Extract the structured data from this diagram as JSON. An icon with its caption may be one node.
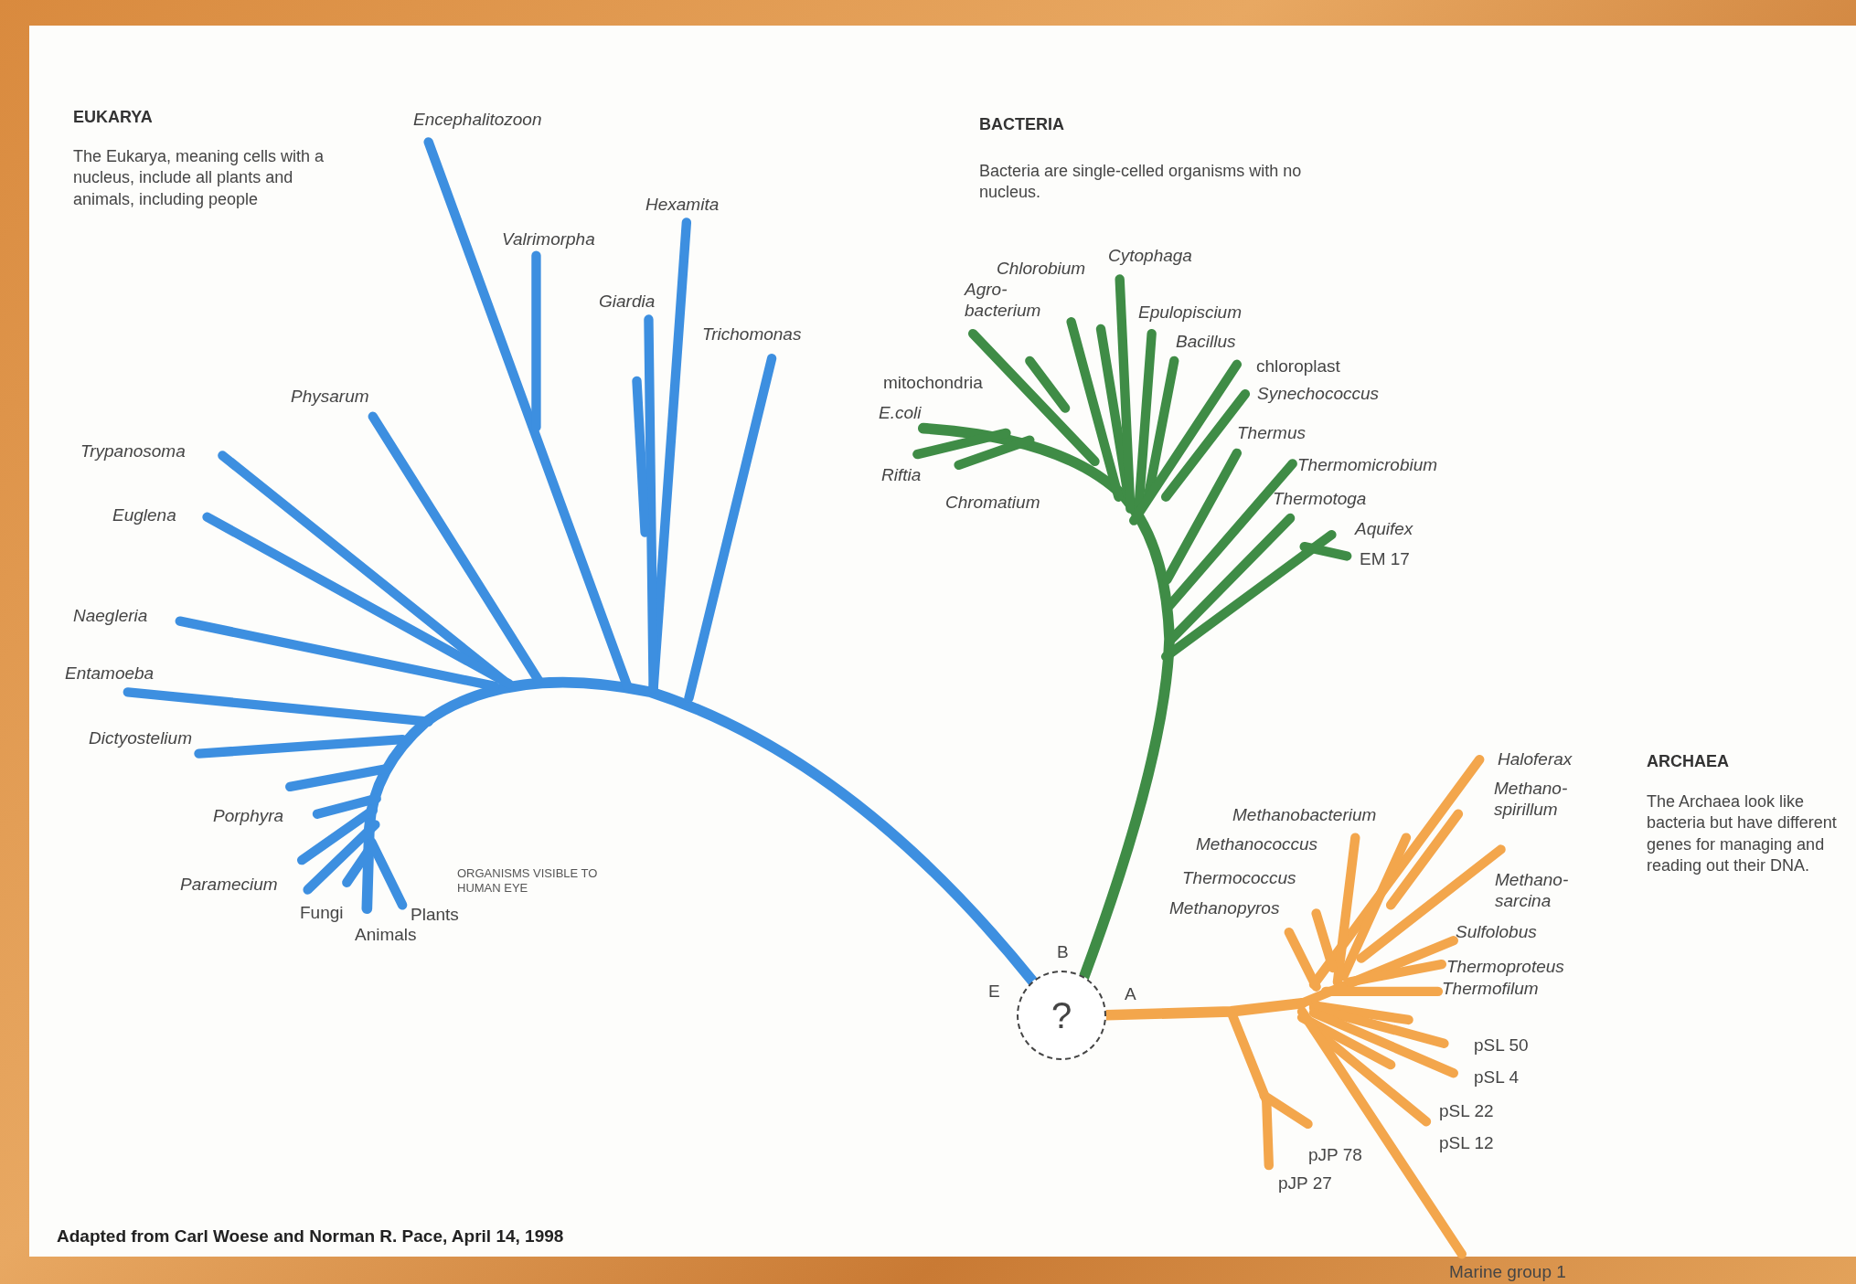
{
  "diagram": {
    "caption": "Adapted from Carl Woese and Norman R. Pace, April 14, 1998",
    "nodes": [
      {
        "text": [
          "?"
        ]
      }
    ],
    "edges": [],
    "labels": [
      "EUKARYA",
      "The Eukarya, meaning cells with a nucleus, include all plants and animals, including people",
      "Encephalitozoon",
      "BACTERIA",
      "Bacteria are single-celled organisms with no nucleus.",
      "Hexamita",
      "Valrimorpha",
      "Cytophaga",
      "Chlorobium",
      "Agro- bacterium",
      "Giardia",
      "Epulopiscium",
      "Trichomonas",
      "Bacillus",
      "chloroplast",
      "mitochondria",
      "Physarum",
      "Synechococcus",
      "E.coli",
      "Thermus",
      "Trypanosoma",
      "Thermomicrobium",
      "Riftia",
      "Thermotoga",
      "Chromatium",
      "Euglena",
      "Aquifex",
      "EM 17",
      "Naegleria",
      "Entamoeba",
      "Dictyostelium",
      "Haloferax",
      "ARCHAEA",
      "Methano- spirillum",
      "The Archaea look like bacteria but have different genes for managing and reading out their DNA.",
      "Methanobacterium",
      "Porphyra",
      "Methanococcus",
      "ORGANISMS VISIBLE TO HUMAN EYE",
      "Thermococcus",
      "Methano- sarcina",
      "Paramecium",
      "Methanopyros",
      "Fungi",
      "Plants",
      "Sulfolobus",
      "Animals",
      "B",
      "Thermoproteus",
      "E",
      "A",
      "Thermofilum",
      "pSL 50",
      "pSL 4",
      "pSL 22",
      "pSL 12",
      "pJP 78",
      "pJP 27",
      "Marine group 1"
    ]
  }
}
